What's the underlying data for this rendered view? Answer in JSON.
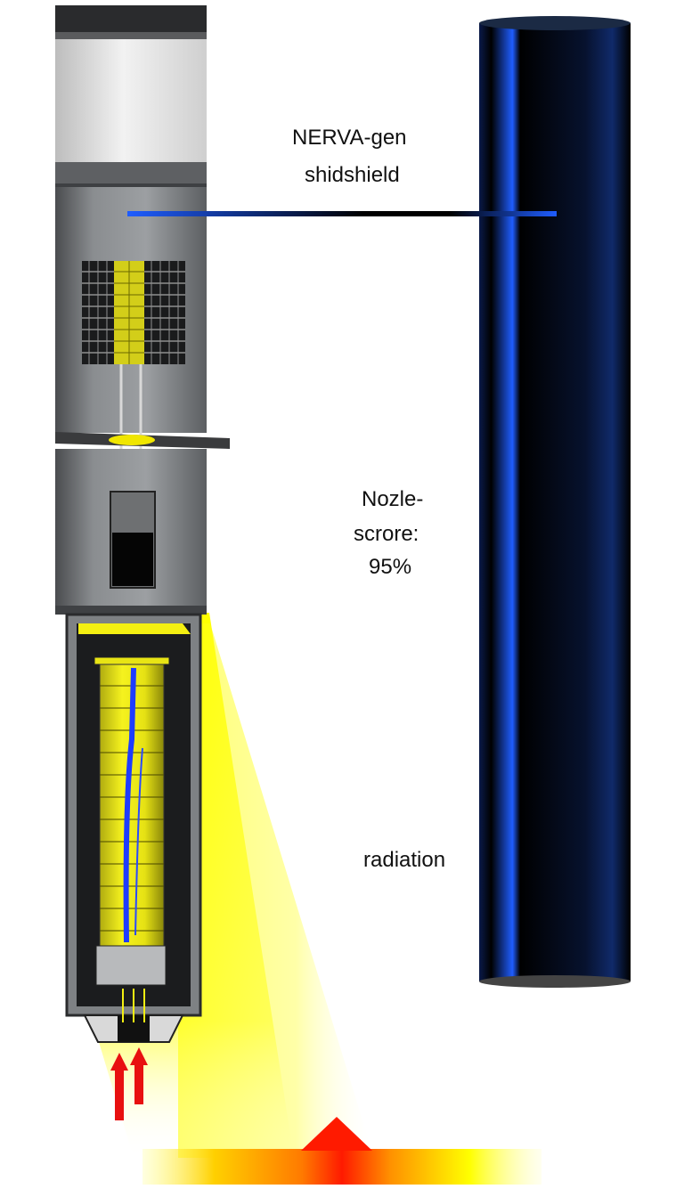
{
  "labels": {
    "engine": "NERVA-gen",
    "shield": "shidshield",
    "nozzle": "Nozle-",
    "score": "scrore:",
    "score_value": "95%",
    "radiation": "radiation"
  },
  "colors": {
    "engine_body": "#6e7174",
    "engine_top": "#dcdcdc",
    "core_yellow": "#f2ee12",
    "core_blue": "#1e3cff",
    "pipe_dark": "#05070f",
    "pipe_blue": "#1f5dff",
    "radiation_yellow": "#ffff00",
    "radiation_red": "#ff1a00"
  }
}
